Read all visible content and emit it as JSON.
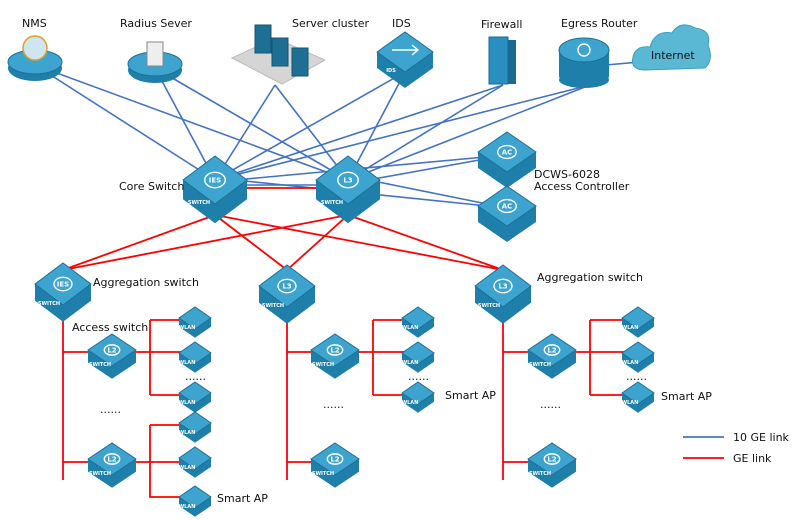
{
  "devices": {
    "nms": "NMS",
    "radius": "Radius Sever",
    "server_cluster": "Server cluster",
    "ids": "IDS",
    "firewall": "Firewall",
    "egress_router": "Egress Router",
    "internet": "Internet",
    "core_switch": "Core Switch",
    "access_controller_model": "DCWS-6028",
    "access_controller": "Access Controller",
    "aggregation_switch_1": "Aggregation switch",
    "aggregation_switch_3": "Aggregation switch",
    "access_switch": "Access switch",
    "smart_ap_1": "Smart AP",
    "smart_ap_2": "Smart AP",
    "smart_ap_3": "Smart AP",
    "ellipsis": "......"
  },
  "device_glyphs": {
    "ies": "IES",
    "l3": "L3",
    "l2": "L2",
    "ac": "AC",
    "switch": "SWITCH",
    "ids": "IDS",
    "wlan": "WLAN"
  },
  "legend": [
    {
      "label": "10 GE link",
      "color": "#4472c4"
    },
    {
      "label": "GE link",
      "color": "#ff0000"
    }
  ],
  "colors": {
    "ten_ge": "#4472c4",
    "ge": "#ff0000",
    "device": "#3da3cf",
    "cloud": "#5bb8d4"
  }
}
